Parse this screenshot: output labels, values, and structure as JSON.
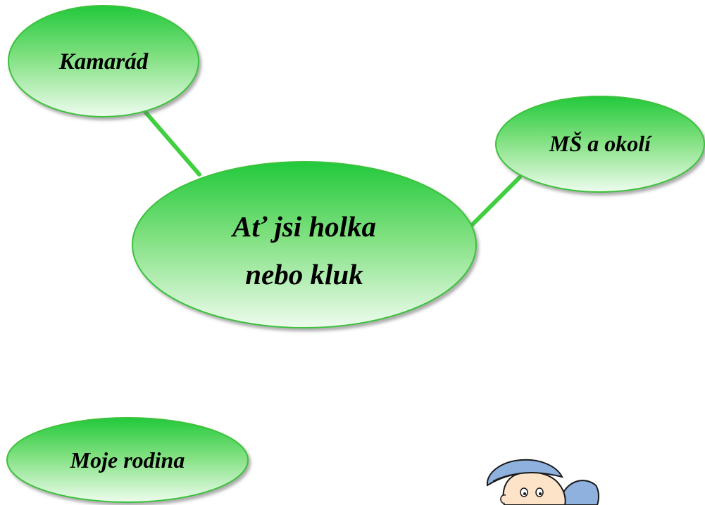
{
  "nodes": {
    "kamarad": {
      "label": "Kamarád"
    },
    "ms_okoli": {
      "label": "MŠ a okolí"
    },
    "center": {
      "line1": "Ať jsi holka",
      "line2": "nebo kluk"
    },
    "moje_rodina": {
      "label": "Moje rodina"
    }
  },
  "colors": {
    "connector": "#3fcf3f",
    "node_border": "#3cc23c",
    "node_top": "#2fcf46",
    "node_bottom": "#e8fbe8",
    "cap_blue": "#8fb1dd"
  },
  "decoration": {
    "cartoon": "boy-with-cap-illustration"
  }
}
